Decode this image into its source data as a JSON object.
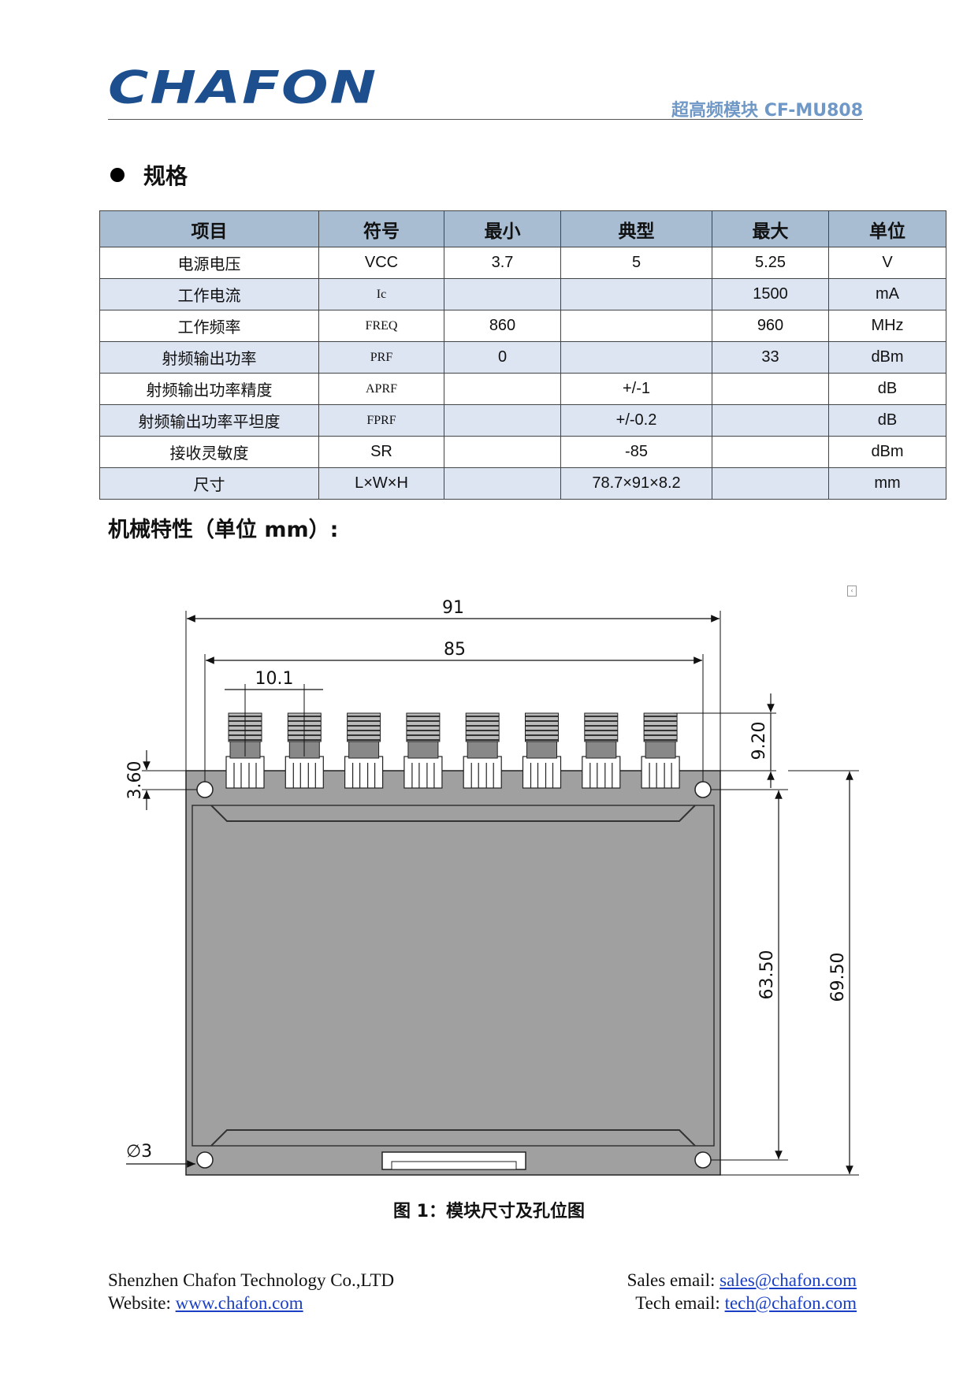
{
  "header": {
    "logo_text": "CHAFON",
    "product_title": "超高频模块 CF-MU808"
  },
  "specs": {
    "section_title": "规格",
    "headers": [
      "项目",
      "符号",
      "最小",
      "典型",
      "最大",
      "单位"
    ],
    "rows": [
      {
        "item": "电源电压",
        "symbol": "VCC",
        "min": "3.7",
        "typ": "5",
        "max": "5.25",
        "unit": "V"
      },
      {
        "item": "工作电流",
        "symbol": "Ic",
        "min": "",
        "typ": "",
        "max": "1500",
        "unit": "mA"
      },
      {
        "item": "工作频率",
        "symbol": "FREQ",
        "min": "860",
        "typ": "",
        "max": "960",
        "unit": "MHz"
      },
      {
        "item": "射频输出功率",
        "symbol": "PRF",
        "min": "0",
        "typ": "",
        "max": "33",
        "unit": "dBm"
      },
      {
        "item": "射频输出功率精度",
        "symbol": "APRF",
        "min": "",
        "typ": "+/-1",
        "max": "",
        "unit": "dB"
      },
      {
        "item": "射频输出功率平坦度",
        "symbol": "FPRF",
        "min": "",
        "typ": "+/-0.2",
        "max": "",
        "unit": "dB"
      },
      {
        "item": "接收灵敏度",
        "symbol": "SR",
        "min": "",
        "typ": "-85",
        "max": "",
        "unit": "dBm"
      },
      {
        "item": "尺寸",
        "symbol": "L×W×H",
        "min": "",
        "typ": "78.7×91×8.2",
        "max": "",
        "unit": "mm"
      }
    ]
  },
  "mechanical": {
    "title": "机械特性（单位 mm）:",
    "dimensions": {
      "total_width": "91",
      "hole_spacing": "85",
      "connector_pitch": "10.1",
      "connector_height": "9.20",
      "hole_offset": "3.60",
      "hole_to_hole_height": "63.50",
      "board_height": "69.50",
      "hole_diameter": "∅3"
    },
    "connector_count": 8,
    "caption": "图 1：模块尺寸及孔位图"
  },
  "footer": {
    "company": "Shenzhen Chafon Technology Co.,LTD",
    "website_label": "Website: ",
    "website": "www.chafon.com",
    "sales_label": "Sales email: ",
    "sales_email": "sales@chafon.com",
    "tech_label": "Tech email: ",
    "tech_email": "tech@chafon.com"
  },
  "colors": {
    "logo": "#1d4f8f",
    "header_text": "#6f98c7",
    "table_header_bg": "#a8bdd2",
    "table_alt_bg": "#dde4f2",
    "board": "#a0a0a0",
    "link": "#1a3fc4"
  }
}
